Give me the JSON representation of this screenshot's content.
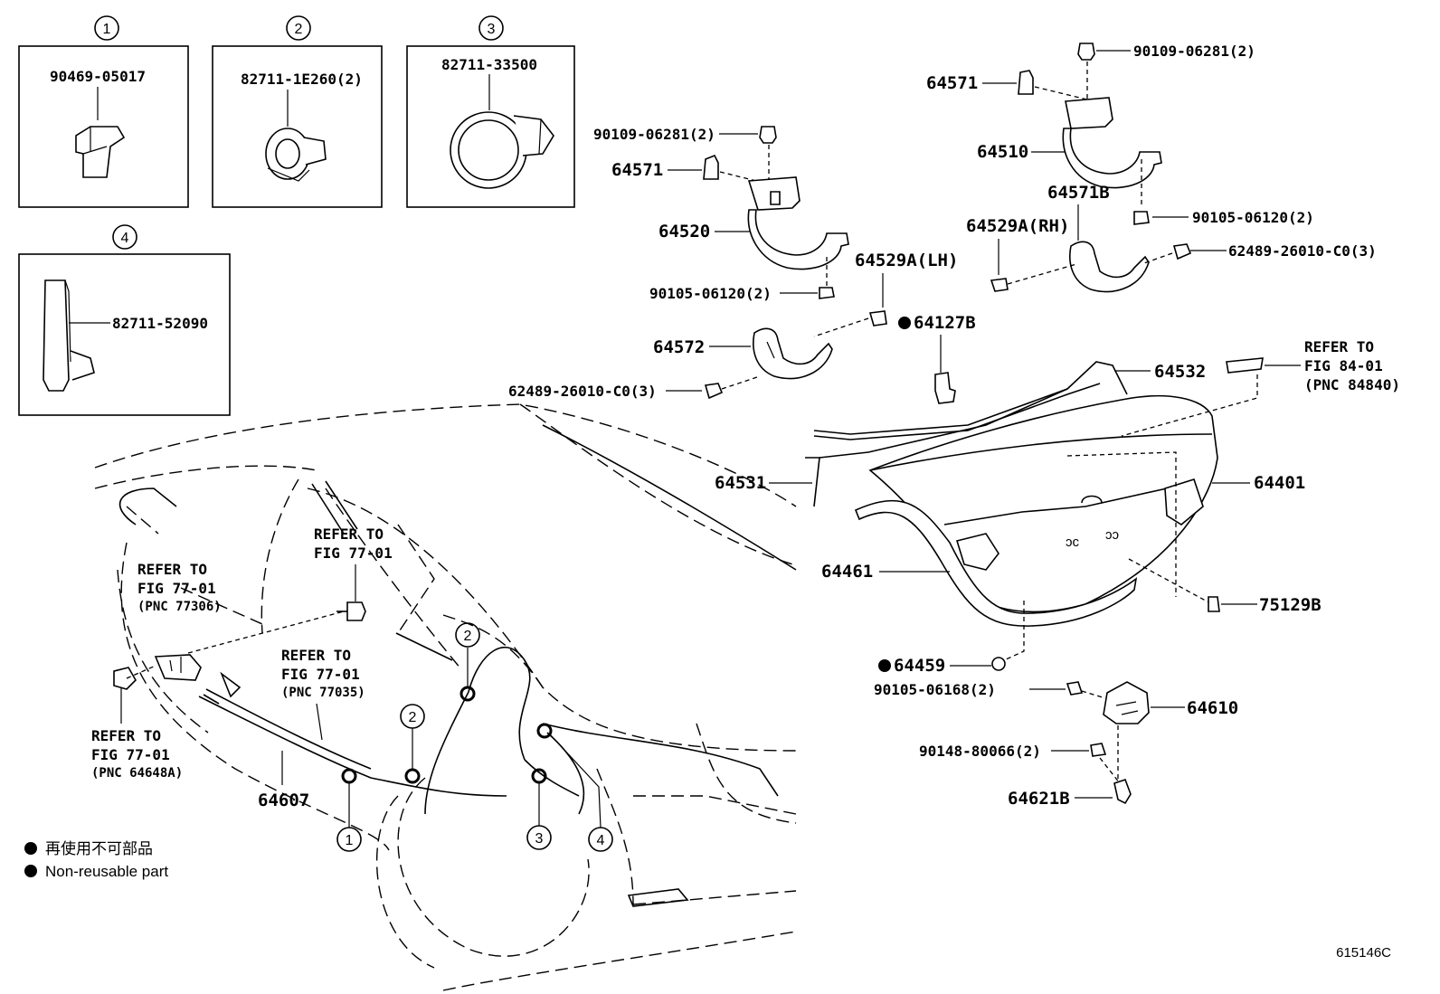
{
  "insets": [
    {
      "num": "1",
      "part": "90469-05017"
    },
    {
      "num": "2",
      "part": "82711-1E260(2)"
    },
    {
      "num": "3",
      "part": "82711-33500"
    },
    {
      "num": "4",
      "part": "82711-52090"
    }
  ],
  "hinges": {
    "lh": {
      "bolt_top": "90109-06281(2)",
      "stopper": "64571",
      "hinge": "64520",
      "bolt_bottom": "90105-06120(2)",
      "cushion": "64529A(LH)",
      "cover": "64572",
      "clip": "62489-26010-C0(3)"
    },
    "rh": {
      "bolt_top": "90109-06281(2)",
      "stopper": "64571",
      "hinge": "64510",
      "bolt_bottom": "90105-06120(2)",
      "cover": "64571B",
      "cushion": "64529A(RH)",
      "clip": "62489-26010-C0(3)"
    }
  },
  "lid": {
    "grommet": "64127B",
    "torsion_bar_upper": "64532",
    "torsion_bar_lower": "64531",
    "lid_panel": "64401",
    "weatherstrip": "64461",
    "cushion": "75129B",
    "plug": "64459",
    "lock_bolt": "90105-06168(2)",
    "lock": "64610",
    "striker_bolt": "90148-80066(2)",
    "striker": "64621B",
    "cable": "64607"
  },
  "refers": [
    {
      "line1": "REFER TO",
      "line2": "FIG 84-01",
      "line3": "(PNC 84840)"
    },
    {
      "line1": "REFER TO",
      "line2": "FIG 77-01",
      "line3": "(PNC 77306)"
    },
    {
      "line1": "REFER TO",
      "line2": "FIG 77-01",
      "line3": ""
    },
    {
      "line1": "REFER TO",
      "line2": "FIG 77-01",
      "line3": "(PNC 77035)"
    },
    {
      "line1": "REFER TO",
      "line2": "FIG 77-01",
      "line3": "(PNC 64648A)"
    }
  ],
  "clamp_callouts": [
    "1",
    "2",
    "2",
    "3",
    "4"
  ],
  "legend": {
    "line1": "再使用不可部品",
    "line2": "Non-reusable part",
    "bullet_icon": "filled-circle-icon"
  },
  "figure_id": "615146C"
}
